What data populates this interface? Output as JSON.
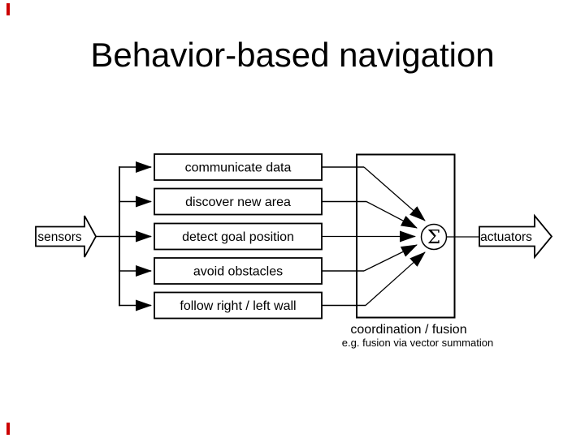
{
  "slide": {
    "title": "Behavior-based navigation"
  },
  "diagram": {
    "input": {
      "label": "sensors"
    },
    "output": {
      "label": "actuators"
    },
    "behaviors": [
      "communicate data",
      "discover new area",
      "detect goal position",
      "avoid obstacles",
      "follow right / left wall"
    ],
    "fusion": {
      "symbol": "Σ",
      "caption": "coordination / fusion",
      "note": "e.g. fusion via vector summation"
    },
    "colors": {
      "line": "#000000",
      "fill": "#ffffff",
      "accent": "#cc0000"
    }
  }
}
